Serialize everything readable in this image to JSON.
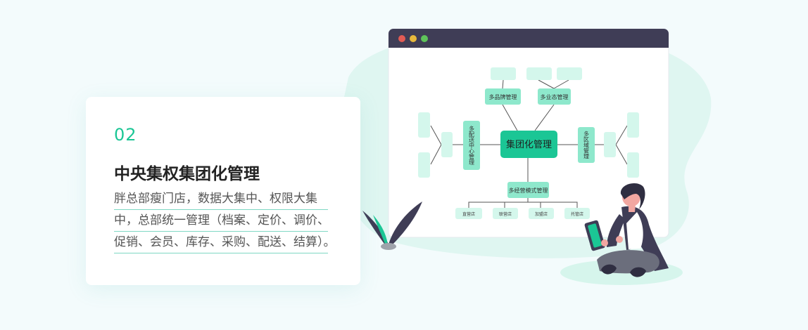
{
  "card": {
    "number": "02",
    "title": "中央集权集团化管理",
    "description_lines": [
      "胖总部瘦门店，数据大集中、权限大集",
      "中，总部统一管理（档案、定价、调价、",
      "促销、会员、库存、采购、配送、结算）。"
    ]
  },
  "diagram": {
    "center": "集团化管理",
    "top_nodes": [
      "多品牌管理",
      "多业态管理"
    ],
    "left_node": "多配送中心管理",
    "right_node": "多区域管理",
    "bottom_node": "多经营模式管理",
    "bottom_leaves": [
      "直营店",
      "联营店",
      "加盟店",
      "托管店"
    ]
  },
  "colors": {
    "accent": "#1bc695",
    "node_fill": "#8ee8cc",
    "leaf_fill": "#d4f7ec",
    "window_bar": "#3f3d56"
  }
}
